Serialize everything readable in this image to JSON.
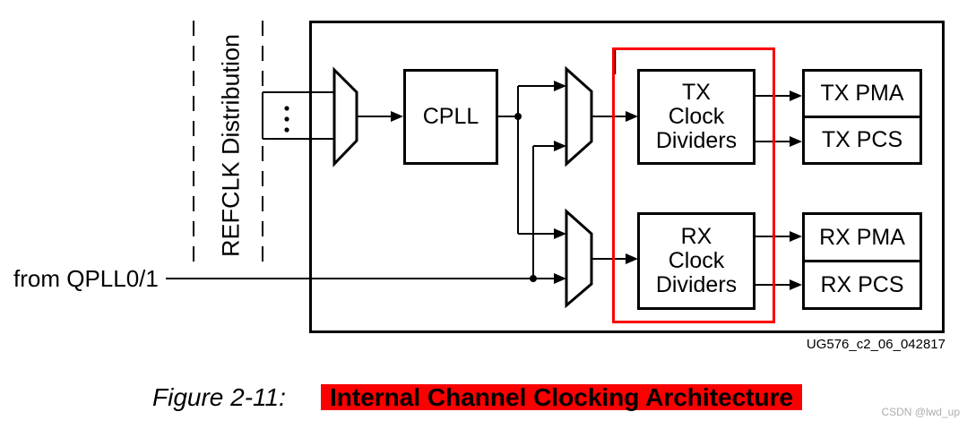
{
  "colors": {
    "accent_red": "#fa0000",
    "line_black": "#000000",
    "watermark_gray": "#adadad"
  },
  "diagram": {
    "refclk_label": "REFCLK Distribution",
    "qpll_label": "from QPLL0/1",
    "blocks": {
      "cpll": "CPLL",
      "tx_divider": {
        "line1": "TX",
        "line2": "Clock",
        "line3": "Dividers"
      },
      "rx_divider": {
        "line1": "RX",
        "line2": "Clock",
        "line3": "Dividers"
      },
      "tx_pma": "TX PMA",
      "tx_pcs": "TX PCS",
      "rx_pma": "RX PMA",
      "rx_pcs": "RX PCS"
    },
    "image_ref": "UG576_c2_06_042817"
  },
  "caption": {
    "figure_label": "Figure 2-11:",
    "title": "Internal Channel Clocking Architecture"
  },
  "watermark": "CSDN @lwd_up"
}
